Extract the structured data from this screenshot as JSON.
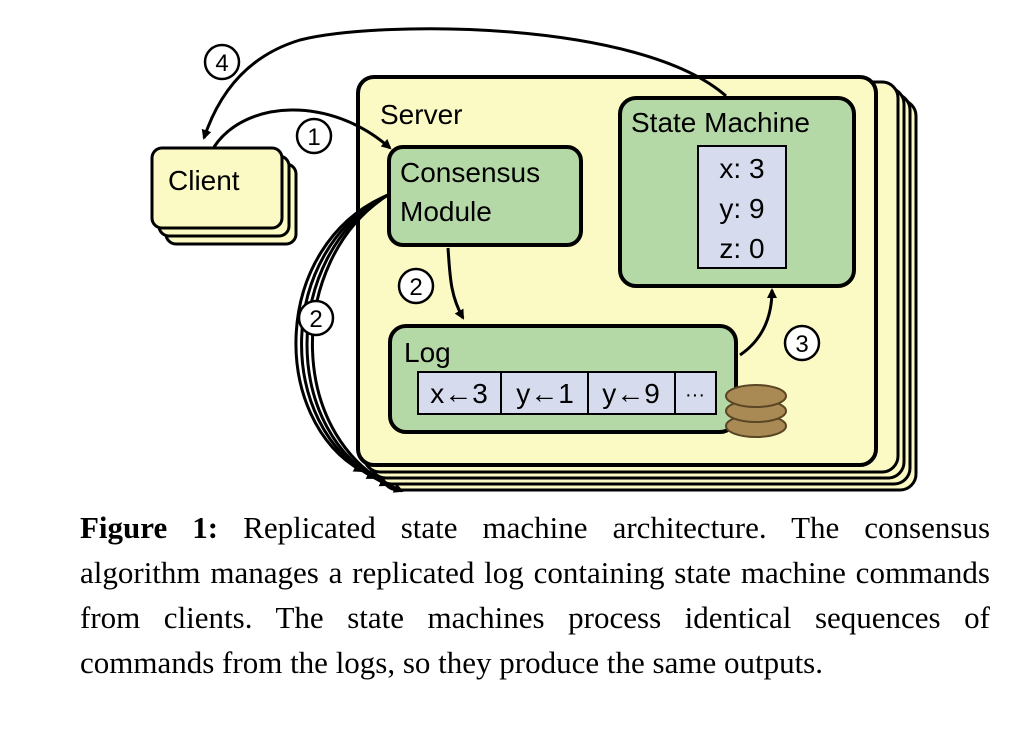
{
  "diagram": {
    "client_label": "Client",
    "server_label": "Server",
    "consensus_line1": "Consensus",
    "consensus_line2": "Module",
    "state_machine_label": "State Machine",
    "state_vars": [
      "x: 3",
      "y: 9",
      "z: 0"
    ],
    "log_label": "Log",
    "log_entries": [
      "x←3",
      "y←1",
      "y←9",
      "···"
    ],
    "step_markers": [
      "1",
      "2",
      "2",
      "3",
      "4"
    ],
    "colors": {
      "server_fill": "#fcfac4",
      "module_fill": "#b5d9a6",
      "cell_fill": "#d6dced",
      "storage_fill": "#a98954"
    },
    "icons": [
      "storage-disk-icon"
    ]
  },
  "caption": {
    "label": "Figure 1:",
    "text": "Replicated state machine architecture. The consensus algorithm manages a replicated log containing state machine commands from clients. The state machines process identical sequences of commands from the logs, so they produce the same outputs."
  }
}
